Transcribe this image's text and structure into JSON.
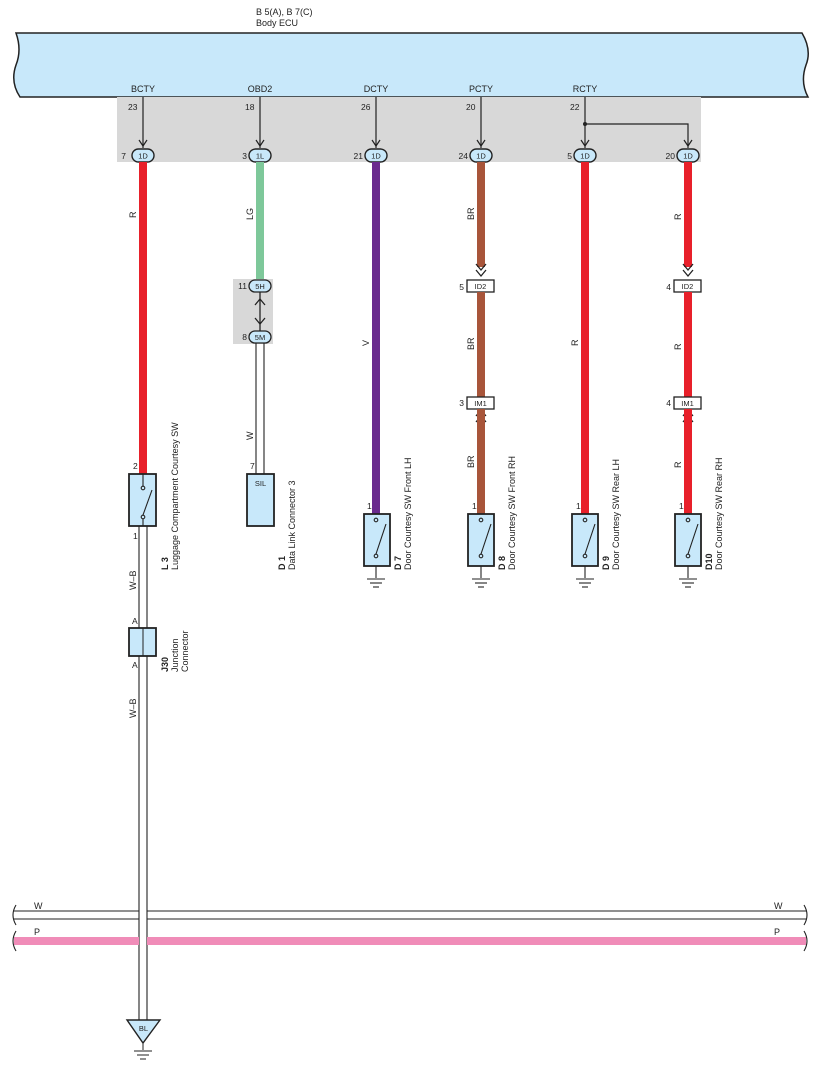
{
  "ecu": {
    "title_line1": "B 5(A), B 7(C)",
    "title_line2": "Body ECU"
  },
  "columns": [
    {
      "id": "bcty",
      "terminal": "BCTY",
      "ecu_pin": "23",
      "conn_pin": "7",
      "conn": "1D",
      "wire_color": "R",
      "hex": "#e8202a"
    },
    {
      "id": "obd2",
      "terminal": "OBD2",
      "ecu_pin": "18",
      "conn_pin": "3",
      "conn": "1L",
      "wire_color": "LG",
      "hex": "#7ec89a"
    },
    {
      "id": "dcty",
      "terminal": "DCTY",
      "ecu_pin": "26",
      "conn_pin": "21",
      "conn": "1D",
      "wire_color": "V",
      "hex": "#6a2a8e"
    },
    {
      "id": "pcty",
      "terminal": "PCTY",
      "ecu_pin": "20",
      "conn_pin": "24",
      "conn": "1D",
      "wire_color": "BR",
      "hex": "#a8553a"
    },
    {
      "id": "rcty",
      "terminal": "RCTY",
      "ecu_pin": "22",
      "conn_pin": "5",
      "conn": "1D",
      "wire_color": "R",
      "hex": "#e8202a"
    },
    {
      "id": "rcty2",
      "terminal": "",
      "ecu_pin": "",
      "conn_pin": "20",
      "conn": "1D",
      "wire_color": "R",
      "hex": "#e8202a"
    }
  ],
  "obd_path": {
    "junction_top": {
      "pin": "11",
      "conn": "5H"
    },
    "junction_bottom": {
      "pin": "8",
      "conn": "5M"
    },
    "wire_color_lower": "W",
    "dlc_pin": "7",
    "dlc_box": "SIL",
    "dlc_ref": "D 1",
    "dlc_name": "Data Link Connector 3"
  },
  "pcty_path": {
    "inline1": {
      "pin": "5",
      "conn": "ID2"
    },
    "inline2": {
      "pin": "3",
      "conn": "IM1"
    },
    "wire_color_mid": "BR",
    "wire_color_low": "BR"
  },
  "rr_path": {
    "inline1": {
      "pin": "4",
      "conn": "ID2"
    },
    "inline2": {
      "pin": "4",
      "conn": "IM1"
    },
    "wire_color_mid": "R",
    "wire_color_low": "R"
  },
  "rcty_lower_color": "R",
  "switches": {
    "luggage": {
      "ref": "L 3",
      "name": "Luggage Compartment Courtesy SW",
      "pin_top": "2",
      "pin_bottom": "1"
    },
    "d7": {
      "ref": "D 7",
      "name": "Door Courtesy SW Front LH",
      "pin": "1"
    },
    "d8": {
      "ref": "D 8",
      "name": "Door Courtesy SW Front RH",
      "pin": "1"
    },
    "d9": {
      "ref": "D 9",
      "name": "Door Courtesy SW Rear LH",
      "pin": "1"
    },
    "d10": {
      "ref": "D10",
      "name": "Door Courtesy SW Rear RH",
      "pin": "1"
    }
  },
  "ground_path": {
    "wire_color": "W–B",
    "junction_ref": "J30",
    "junction_name_line1": "Junction",
    "junction_name_line2": "Connector",
    "junction_pin_top": "A",
    "junction_pin_bottom": "A",
    "wire_color_lower": "W–B",
    "ground_label": "BL"
  },
  "bus": {
    "w_label": "W",
    "p_label": "P",
    "w_color": "#ffffff",
    "p_color": "#f08cb8"
  },
  "colors": {
    "ecu_fill": "#c8e8fa",
    "block_fill": "#d8d8d8",
    "component_fill": "#c8e8fa"
  }
}
